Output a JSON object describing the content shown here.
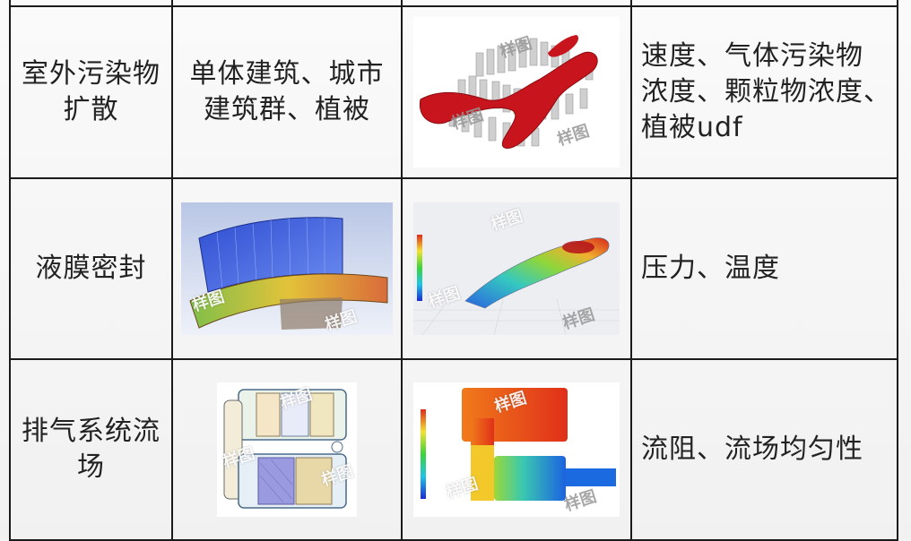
{
  "watermark": "样图",
  "rows": [
    {
      "name_lines": [
        "室外污染物",
        "扩散"
      ],
      "objects_lines": [
        "单体建筑、城市",
        "建筑群、植被"
      ],
      "result_lines": [
        "速度、气体污染物",
        "浓度、颗粒物浓度、",
        "植被udf"
      ],
      "image1_icon": "",
      "image2_icon": "pollutant-plume-over-buildings"
    },
    {
      "name_lines": [
        "液膜密封"
      ],
      "objects_lines": [],
      "result_lines": [
        "压力、温度"
      ],
      "image1_icon": "seal-mesh-model",
      "image2_icon": "seal-pressure-contour"
    },
    {
      "name_lines": [
        "排气系统流",
        "场"
      ],
      "objects_lines": [],
      "result_lines": [
        "流阻、流场均匀性"
      ],
      "image1_icon": "exhaust-system-cad",
      "image2_icon": "exhaust-pressure-contour"
    }
  ],
  "colors": {
    "plume_red": "#c8141c",
    "building_grey": "#cfcfcf",
    "mesh_blue": "#3a5ad8",
    "border": "#1a1a1a"
  }
}
